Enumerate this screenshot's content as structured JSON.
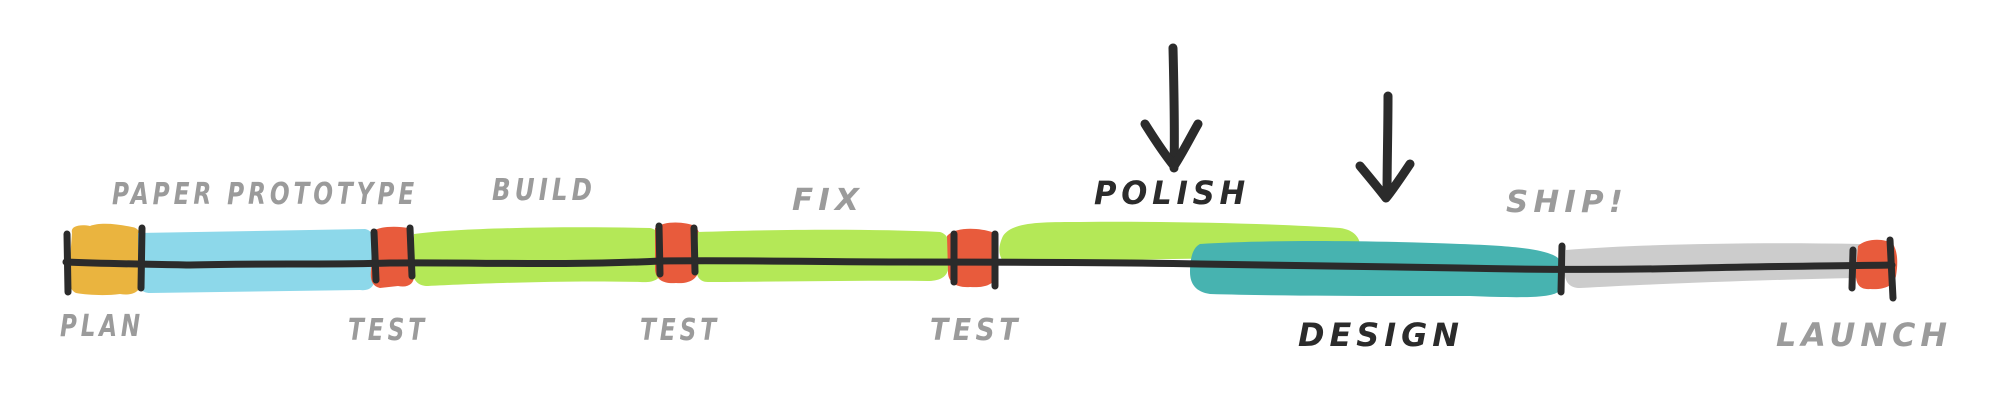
{
  "diagram": {
    "top_labels": {
      "paper_prototype": "PAPER PROTOTYPE",
      "build": "BUILD",
      "fix": "FIX",
      "polish": "POLISH",
      "ship": "SHIP!"
    },
    "bottom_labels": {
      "plan": "PLAN",
      "test_1": "TEST",
      "test_2": "TEST",
      "test_3": "TEST",
      "design": "DESIGN",
      "launch": "LAUNCH"
    },
    "colors": {
      "plan": "#eab43f",
      "paper_prototype": "#8dd8ea",
      "test": "#e85b3c",
      "build_fix_polish": "#b4e857",
      "design": "#47b3b0",
      "ship": "#cccccc",
      "line": "#2b2b2b",
      "label_gray": "#9b9b9b",
      "label_dark": "#2b2b2b"
    },
    "arrows": [
      "down-arrow-icon",
      "down-arrow-icon"
    ]
  }
}
